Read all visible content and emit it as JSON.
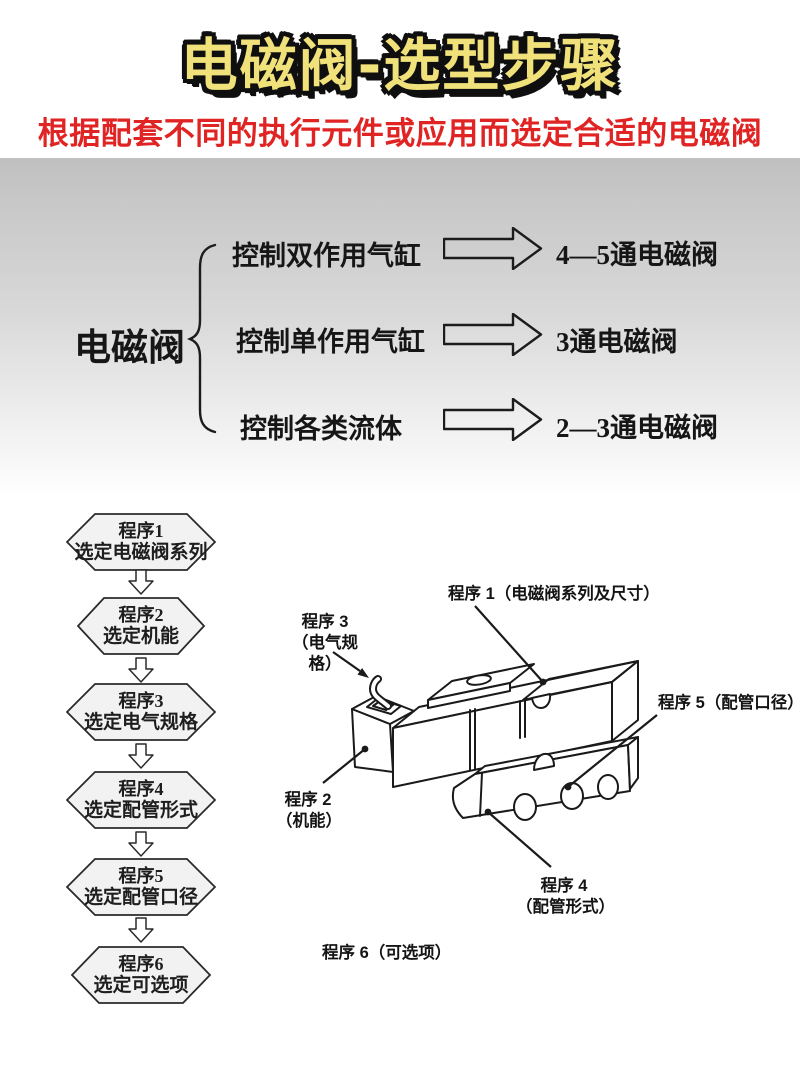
{
  "header": {
    "title": "电磁阀-选型步骤",
    "subtitle": "根据配套不同的执行元件或应用而选定合适的电磁阀"
  },
  "branch": {
    "root": "电磁阀",
    "rows": [
      {
        "condition": "控制双作用气缸",
        "result": "4—5通电磁阀"
      },
      {
        "condition": "控制单作用气缸",
        "result": "3通电磁阀"
      },
      {
        "condition": "控制各类流体",
        "result": "2—3通电磁阀"
      }
    ]
  },
  "flowchart": {
    "steps": [
      {
        "line1": "程序1",
        "line2": "选定电磁阀系列"
      },
      {
        "line1": "程序2",
        "line2": "选定机能"
      },
      {
        "line1": "程序3",
        "line2": "选定电气规格"
      },
      {
        "line1": "程序4",
        "line2": "选定配管形式"
      },
      {
        "line1": "程序5",
        "line2": "选定配管口径"
      },
      {
        "line1": "程序6",
        "line2": "选定可选项"
      }
    ]
  },
  "diagram": {
    "labels": {
      "p1": "程序 1（电磁阀系列及尺寸）",
      "p3_line1": "程序 3",
      "p3_line2": "（电气规格）",
      "p5": "程序 5（配管口径）",
      "p2_line1": "程序 2",
      "p2_line2": "（机能）",
      "p4_line1": "程序 4",
      "p4_line2": "（配管形式）",
      "p6": "程序 6（可选项）"
    }
  },
  "colors": {
    "title_fill": "#f0e17a",
    "title_outline": "#0f0f0f",
    "subtitle_red": "#e02424",
    "line": "#1a1a1a",
    "hexagon_fill": "#f2f2f2",
    "gray_top": "#c0c0c0",
    "gray_bottom": "#ffffff"
  }
}
